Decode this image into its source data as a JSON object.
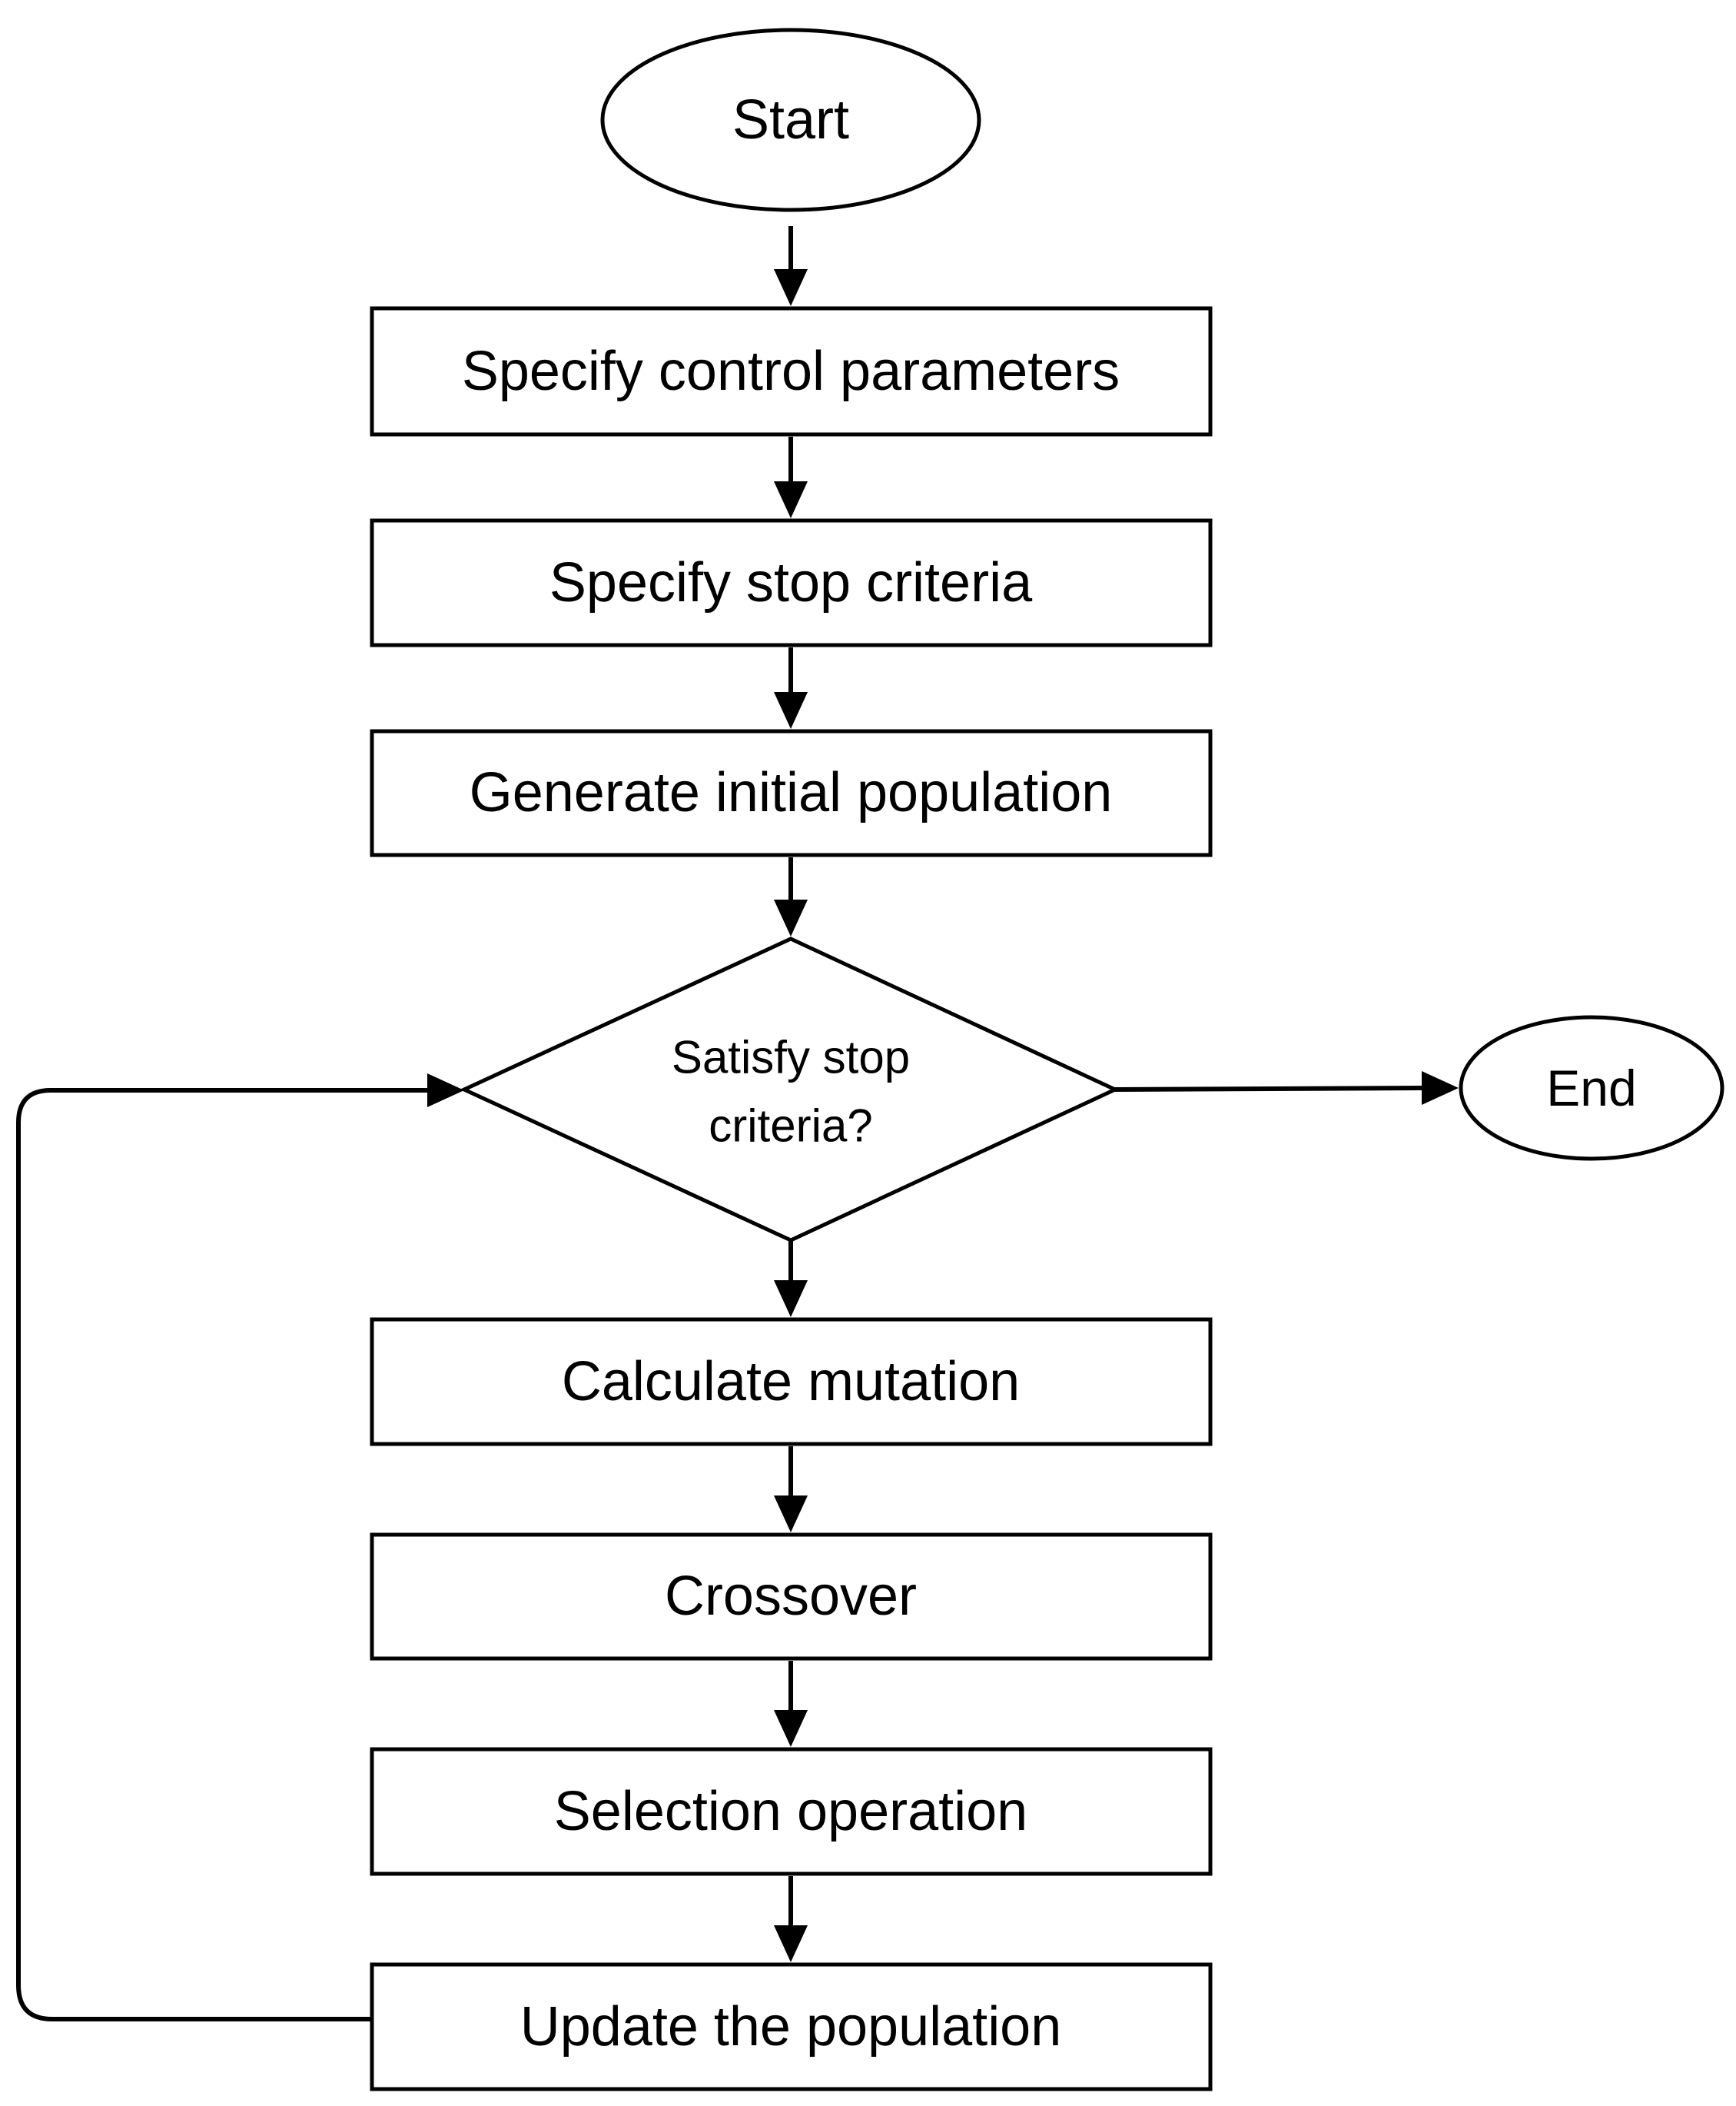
{
  "diagram": {
    "type": "flowchart",
    "nodes": {
      "start": "Start",
      "specify_control": "Specify control parameters",
      "specify_stop": "Specify stop criteria",
      "generate_population": "Generate initial population",
      "decision_line1": "Satisfy stop",
      "decision_line2": "criteria?",
      "end": "End",
      "calculate_mutation": "Calculate mutation",
      "crossover": "Crossover",
      "selection": "Selection operation",
      "update_population": "Update the population"
    },
    "edges": [
      [
        "start",
        "specify_control"
      ],
      [
        "specify_control",
        "specify_stop"
      ],
      [
        "specify_stop",
        "generate_population"
      ],
      [
        "generate_population",
        "decision"
      ],
      [
        "decision",
        "end"
      ],
      [
        "decision",
        "calculate_mutation"
      ],
      [
        "calculate_mutation",
        "crossover"
      ],
      [
        "crossover",
        "selection"
      ],
      [
        "selection",
        "update_population"
      ],
      [
        "update_population",
        "decision"
      ]
    ],
    "colors": {
      "stroke": "#000000",
      "fill": "#ffffff"
    }
  }
}
